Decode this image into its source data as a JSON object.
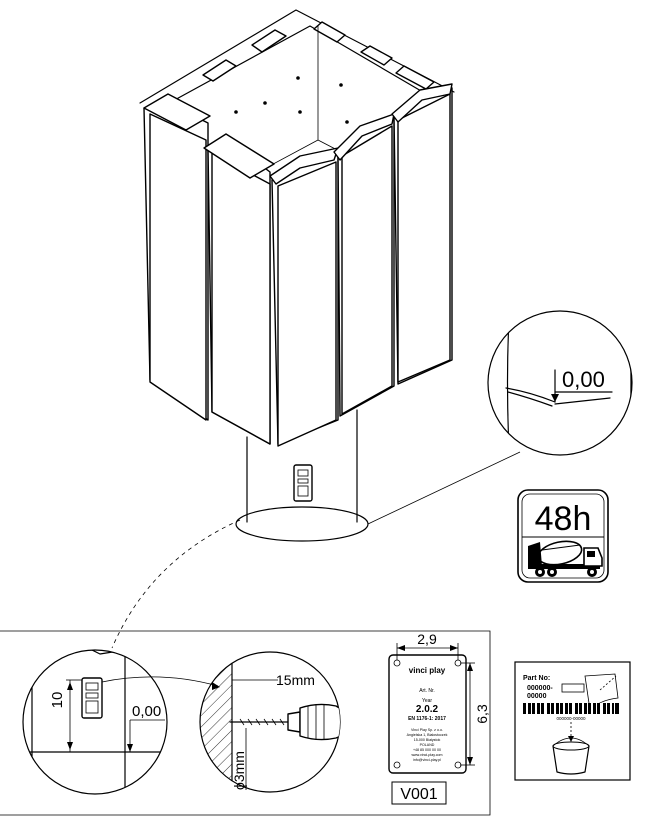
{
  "callouts": {
    "ground_level": "0,00",
    "cure_time": "48h"
  },
  "detail_left": {
    "dim_height": "10",
    "ground_level": "0,00"
  },
  "detail_drill": {
    "depth": "15mm",
    "diameter": "ϕ3mm"
  },
  "plate": {
    "dim_width": "2,9",
    "dim_height": "6,3",
    "code": "V001",
    "brand": "vinci play",
    "art_label": "Art. Nr.",
    "year_label": "Year",
    "model": "2.0.2",
    "standard": "EN 1176-1: 2017",
    "address_lines": [
      "Vinci Play Sp. z o.o.",
      "Angielska 1, Białostoczek",
      "15-000 Białystok",
      "POLAND",
      "+48 85 000 00 00",
      "www.vinci-play.com",
      "info@vinci-play.pl"
    ]
  },
  "label_card": {
    "part_no_label": "Part No:",
    "part_no_value_1": "000000-",
    "part_no_value_2": "00000",
    "barcode_text": "000000-00000"
  },
  "icons": [
    "bin-drawing",
    "concrete-mixer-truck-icon",
    "drill-icon",
    "bucket-icon",
    "barcode-icon"
  ]
}
